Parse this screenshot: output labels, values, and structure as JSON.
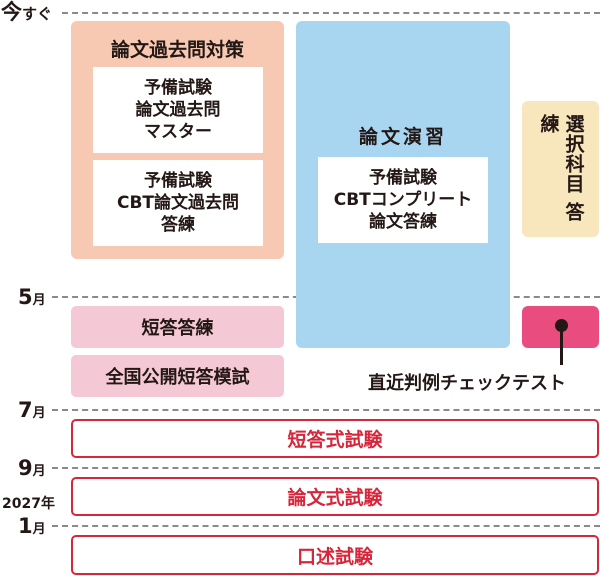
{
  "timeline": {
    "markers": [
      {
        "big": "今",
        "small": "すぐ"
      },
      {
        "big": "5",
        "small": "月"
      },
      {
        "big": "7",
        "small": "月"
      },
      {
        "big": "9",
        "small": "月"
      },
      {
        "big": "1",
        "small": "月",
        "year": "2027年"
      }
    ]
  },
  "blocks": {
    "ronbun_kakomon": {
      "title": "論文過去問対策",
      "items": [
        {
          "lines": [
            "予備試験",
            "論文過去問",
            "マスター"
          ]
        },
        {
          "lines": [
            "予備試験",
            "CBT論文過去問",
            "答練"
          ]
        }
      ],
      "color": "#f8c9b2"
    },
    "ronbun_enshu": {
      "title": "論文演習",
      "item": {
        "lines": [
          "予備試験",
          "CBTコンプリート",
          "論文答練"
        ]
      },
      "color": "#a8d5f0"
    },
    "sentaku": {
      "col1": "選択科目",
      "col2": "答練",
      "color": "#f8e6bc"
    },
    "tanto": {
      "items": [
        "短答答練",
        "全国公開短答模試"
      ],
      "color": "#f5c8d6"
    },
    "hanrei": {
      "label": "直近判例チェックテスト",
      "color": "#e94d80"
    }
  },
  "exams": [
    {
      "label": "短答式試験"
    },
    {
      "label": "論文式試験"
    },
    {
      "label": "口述試験"
    }
  ],
  "colors": {
    "exam_red": "#d7263b",
    "dash": "#8a8a8a",
    "text": "#231815"
  }
}
